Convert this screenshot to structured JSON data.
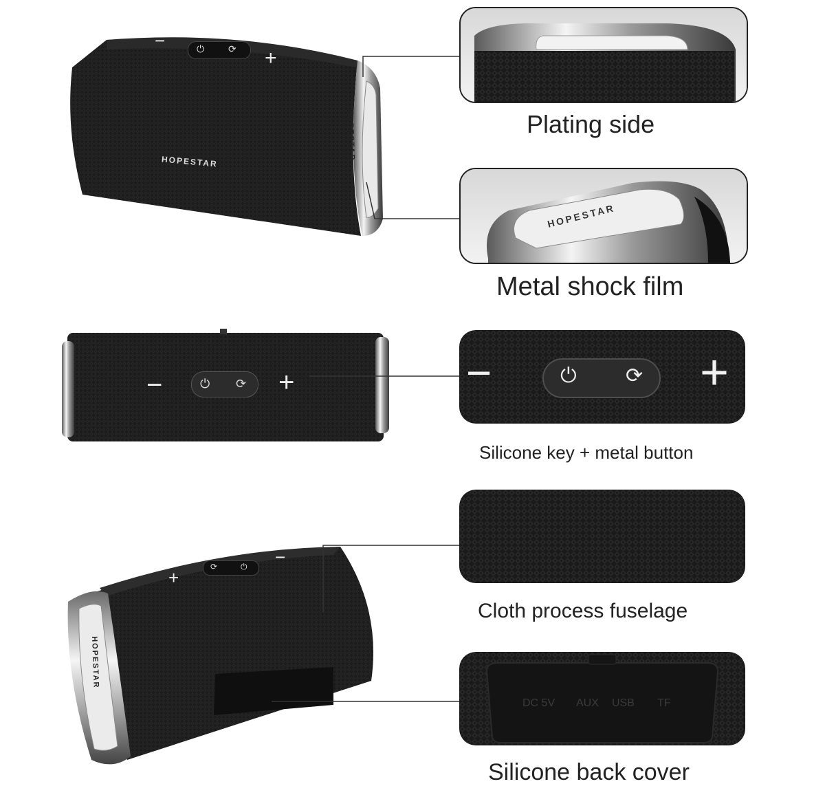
{
  "brand": {
    "logo_text": "HOPESTAR",
    "side_logo_text": "HOPESTAR"
  },
  "colors": {
    "background": "#ffffff",
    "fabric": "#1c1c1c",
    "fabric_dark": "#0e0e0e",
    "chrome": "#d9d9d9",
    "text": "#222222"
  },
  "features": [
    {
      "caption": "Plating side",
      "icon": "plating-side-closeup"
    },
    {
      "caption": "Metal shock film",
      "icon": "metal-shock-film-closeup"
    },
    {
      "caption": "Silicone key + metal button",
      "icon": "silicone-key-closeup"
    },
    {
      "caption": "Cloth process fuselage",
      "icon": "cloth-fabric-closeup"
    },
    {
      "caption": "Silicone back cover",
      "icon": "back-cover-closeup"
    }
  ],
  "controls": {
    "minus": "−",
    "plus": "+",
    "power_icon": "power-icon",
    "mode_icon": "repeat-icon"
  },
  "back_cover_ports": [
    "DC 5V",
    "AUX",
    "USB",
    "TF"
  ]
}
